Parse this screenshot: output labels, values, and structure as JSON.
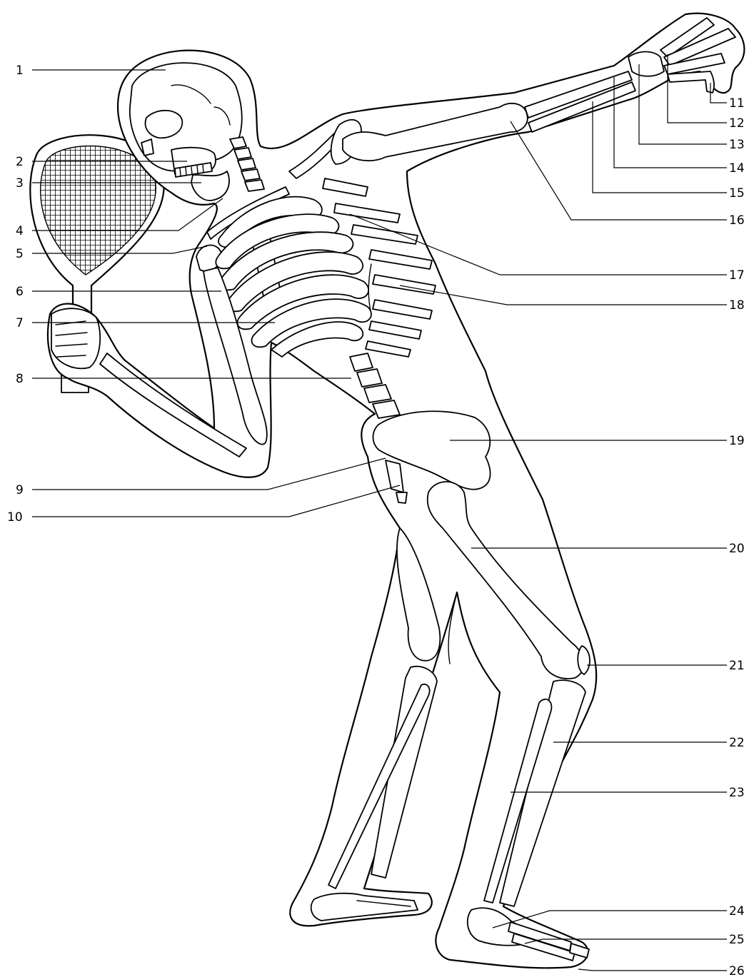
{
  "figure": {
    "labels": [
      {
        "id": "label-1",
        "text": "1"
      },
      {
        "id": "label-2",
        "text": "2"
      },
      {
        "id": "label-3",
        "text": "3"
      },
      {
        "id": "label-4",
        "text": "4"
      },
      {
        "id": "label-5",
        "text": "5"
      },
      {
        "id": "label-6",
        "text": "6"
      },
      {
        "id": "label-7",
        "text": "7"
      },
      {
        "id": "label-8",
        "text": "8"
      },
      {
        "id": "label-9",
        "text": "9"
      },
      {
        "id": "label-10",
        "text": "10"
      },
      {
        "id": "label-11",
        "text": "11"
      },
      {
        "id": "label-12",
        "text": "12"
      },
      {
        "id": "label-13",
        "text": "13"
      },
      {
        "id": "label-14",
        "text": "14"
      },
      {
        "id": "label-15",
        "text": "15"
      },
      {
        "id": "label-16",
        "text": "16"
      },
      {
        "id": "label-17",
        "text": "17"
      },
      {
        "id": "label-18",
        "text": "18"
      },
      {
        "id": "label-19",
        "text": "19"
      },
      {
        "id": "label-20",
        "text": "20"
      },
      {
        "id": "label-21",
        "text": "21"
      },
      {
        "id": "label-22",
        "text": "22"
      },
      {
        "id": "label-23",
        "text": "23"
      },
      {
        "id": "label-24",
        "text": "24"
      },
      {
        "id": "label-25",
        "text": "25"
      },
      {
        "id": "label-26",
        "text": "26"
      }
    ]
  },
  "colors": {
    "line": "#000000",
    "background": "#ffffff"
  }
}
